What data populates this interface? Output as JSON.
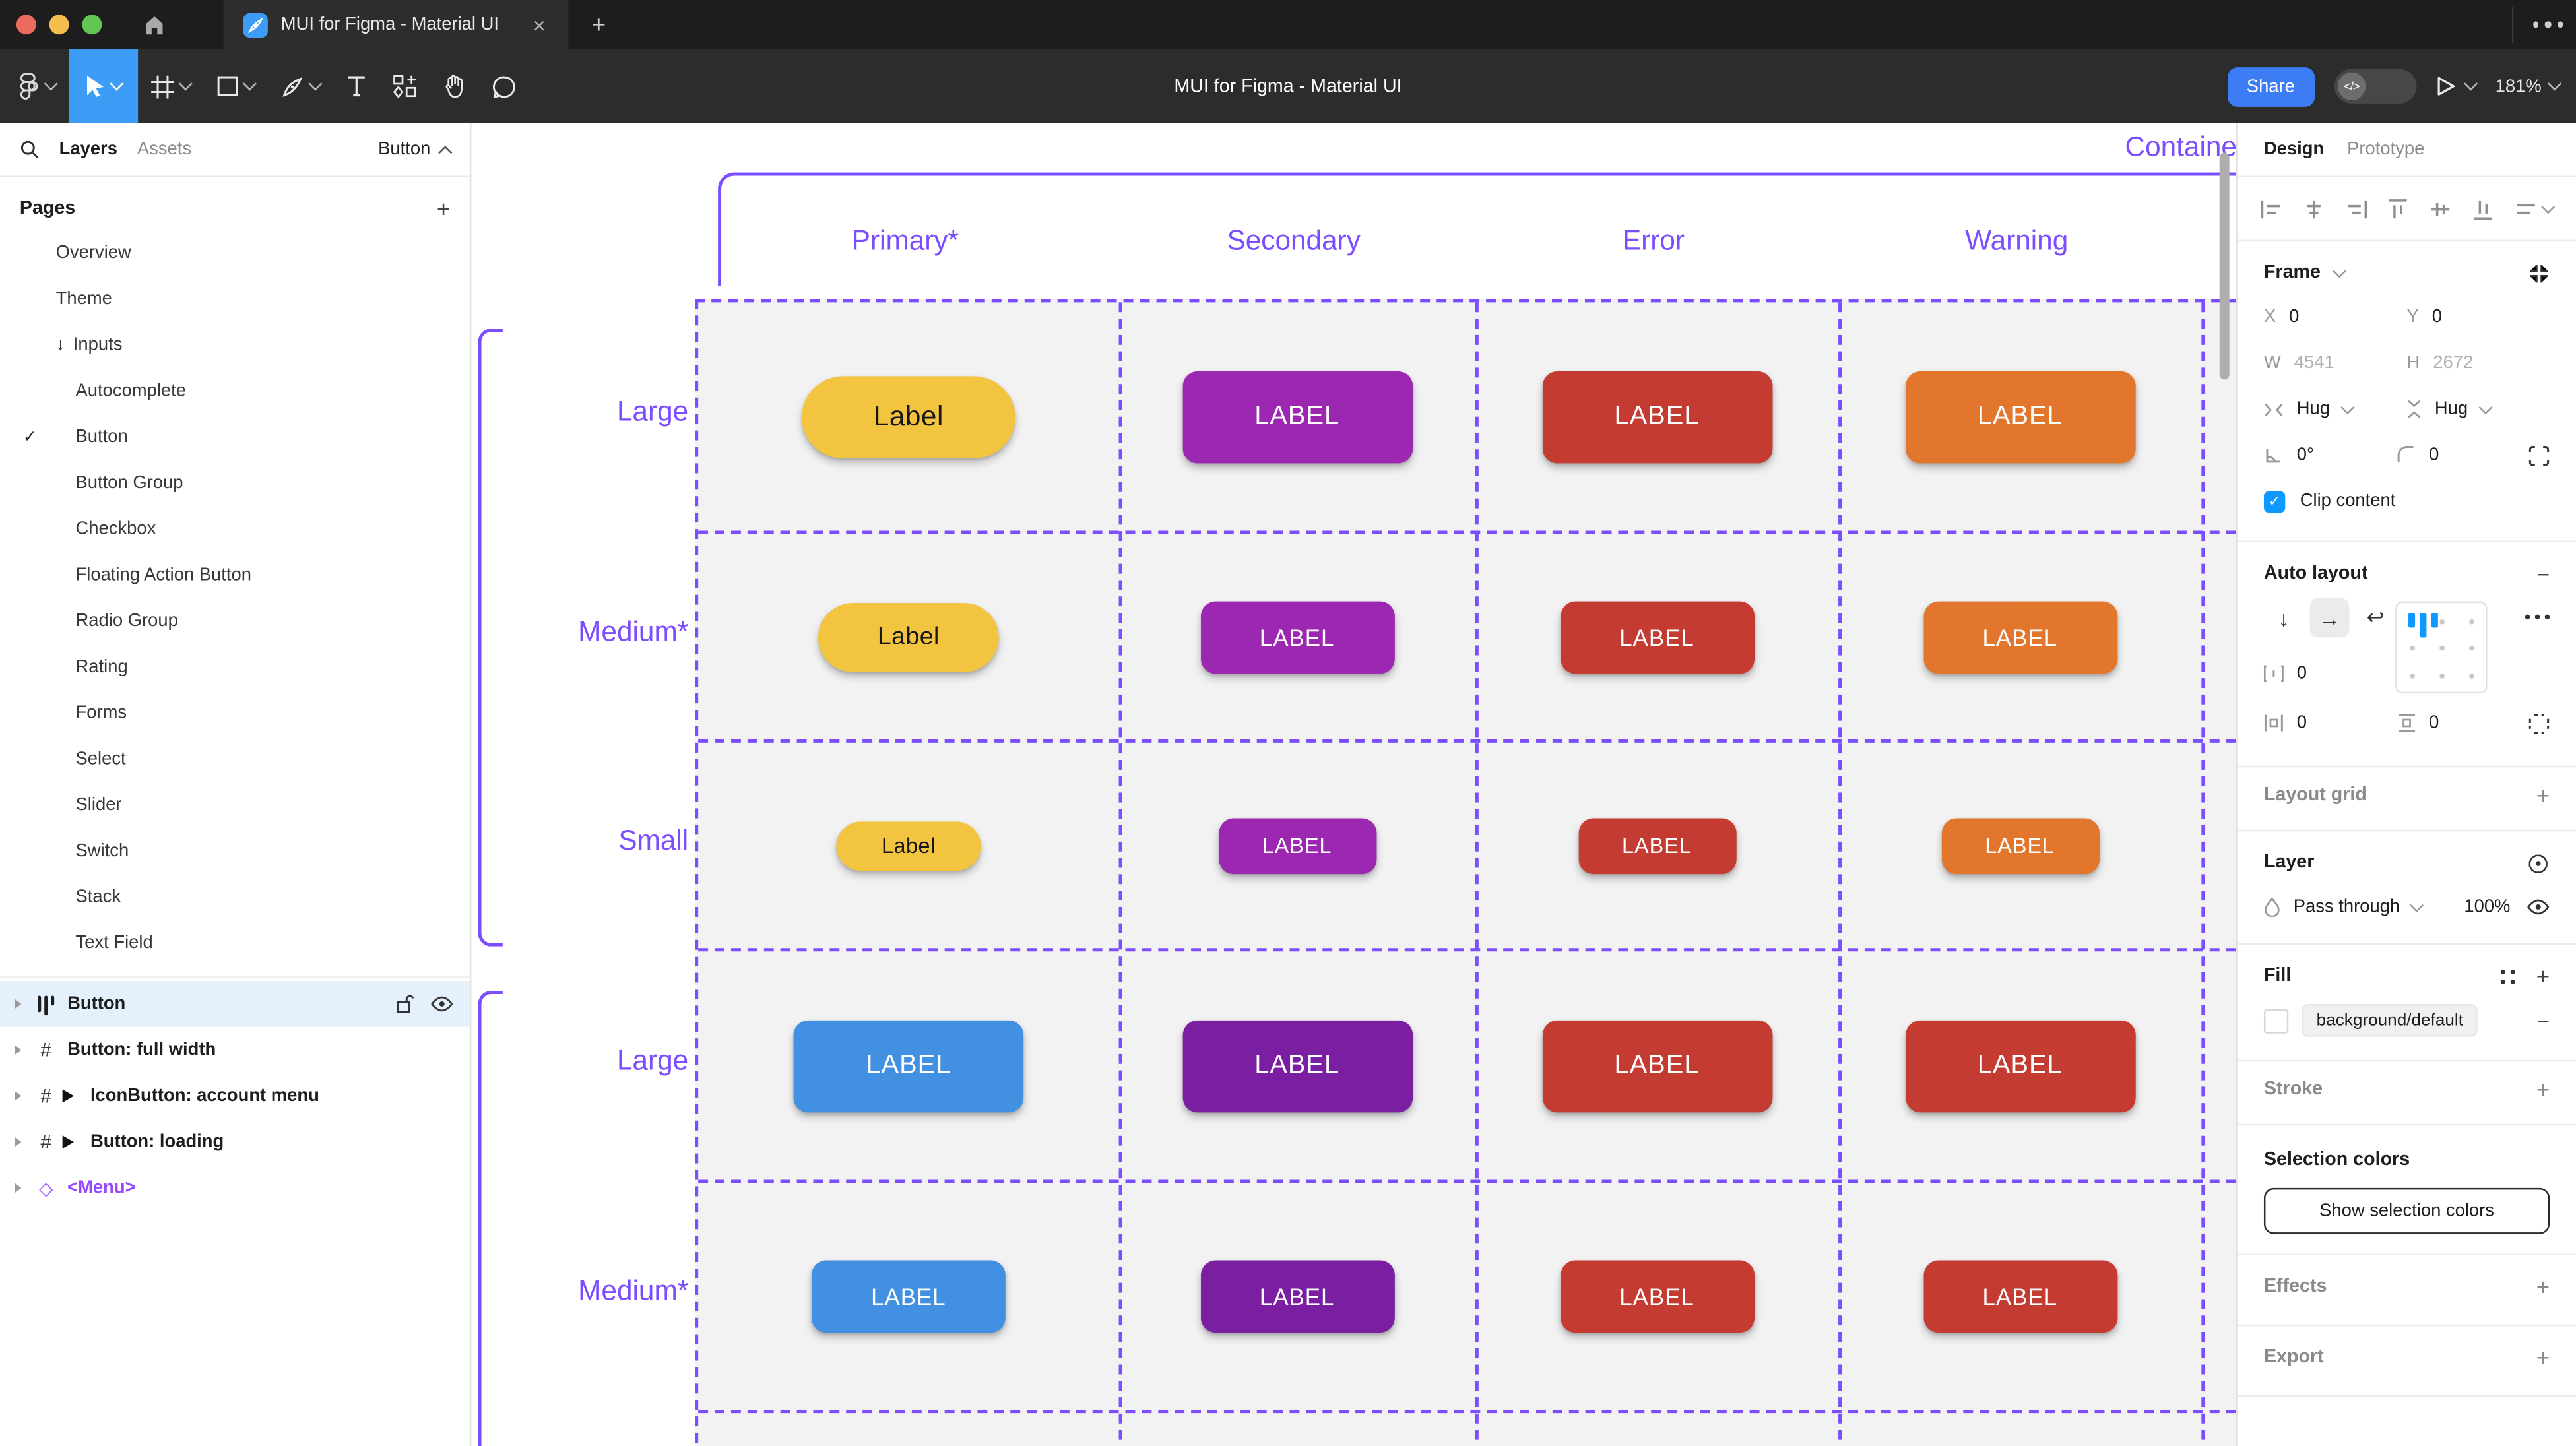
{
  "colors": {
    "purple": "#7C4DFF",
    "instance-purple": "#9747FF",
    "figma-blue": "#3D9DF6",
    "share-blue": "#3C7DF6",
    "selection-bg": "#E4F1FC",
    "checkbox-blue": "#0D99FF",
    "traffic-red": "#EC6A5E",
    "traffic-yellow": "#F5BF4F",
    "traffic-green": "#62C554"
  },
  "window": {
    "title": "MUI for Figma - Material UI",
    "close_glyph": "×",
    "new_tab_glyph": "+"
  },
  "toolbar": {
    "title": "MUI for Figma - Material UI",
    "share_label": "Share",
    "dev_toggle_glyph": "</>",
    "zoom_level": "181%"
  },
  "left_panel": {
    "tab_layers": "Layers",
    "tab_assets": "Assets",
    "page_selector": "Button",
    "pages_title": "Pages",
    "check_glyph": "✓",
    "pages": [
      {
        "label": "Overview",
        "indent": 1
      },
      {
        "label": "Theme",
        "indent": 1
      },
      {
        "label": "Inputs",
        "indent": 1,
        "prefix": "↓"
      },
      {
        "label": "Autocomplete",
        "indent": 2
      },
      {
        "label": "Button",
        "indent": 2,
        "checked": true
      },
      {
        "label": "Button Group",
        "indent": 2
      },
      {
        "label": "Checkbox",
        "indent": 2
      },
      {
        "label": "Floating Action Button",
        "indent": 2
      },
      {
        "label": "Radio Group",
        "indent": 2
      },
      {
        "label": "Rating",
        "indent": 2
      },
      {
        "label": "Forms",
        "indent": 2
      },
      {
        "label": "Select",
        "indent": 2
      },
      {
        "label": "Slider",
        "indent": 2
      },
      {
        "label": "Switch",
        "indent": 2
      },
      {
        "label": "Stack",
        "indent": 2
      },
      {
        "label": "Text Field",
        "indent": 2
      }
    ],
    "layers": [
      {
        "label": "Button",
        "icon": "auto-layout",
        "selected": true
      },
      {
        "label": "Button: full width",
        "icon": "frame"
      },
      {
        "label": "IconButton: account menu",
        "icon": "frame",
        "play": true
      },
      {
        "label": "Button: loading",
        "icon": "frame",
        "play": true
      },
      {
        "label": "<Menu>",
        "icon": "instance",
        "purple": true
      }
    ]
  },
  "canvas": {
    "frame_name": "Contained",
    "columns": [
      "Primary*",
      "Secondary",
      "Error",
      "Warning"
    ],
    "colors": {
      "primary_custom": "#F3C43F",
      "secondary": "#9C27B0",
      "error": "#C43B32",
      "warning": "#E2762C",
      "primary_default": "#4290E2",
      "secondary_dark": "#7B1FA2",
      "dark_text": "#161616"
    },
    "rows": [
      {
        "label": "Large",
        "size": "lg",
        "cells": [
          {
            "c": "primary_custom",
            "t": "Label",
            "pill": true
          },
          {
            "c": "secondary",
            "t": "LABEL"
          },
          {
            "c": "error",
            "t": "LABEL"
          },
          {
            "c": "warning",
            "t": "LABEL"
          }
        ]
      },
      {
        "label": "Medium*",
        "size": "md",
        "cells": [
          {
            "c": "primary_custom",
            "t": "Label",
            "pill": true
          },
          {
            "c": "secondary",
            "t": "LABEL"
          },
          {
            "c": "error",
            "t": "LABEL"
          },
          {
            "c": "warning",
            "t": "LABEL"
          }
        ]
      },
      {
        "label": "Small",
        "size": "sm",
        "cells": [
          {
            "c": "primary_custom",
            "t": "Label",
            "pill": true
          },
          {
            "c": "secondary",
            "t": "LABEL"
          },
          {
            "c": "error",
            "t": "LABEL"
          },
          {
            "c": "warning",
            "t": "LABEL"
          }
        ]
      },
      {
        "label": "Large",
        "size": "lg",
        "cells": [
          {
            "c": "primary_default",
            "t": "LABEL"
          },
          {
            "c": "secondary_dark",
            "t": "LABEL"
          },
          {
            "c": "error",
            "t": "LABEL"
          },
          {
            "c": "error",
            "t": "LABEL"
          }
        ]
      },
      {
        "label": "Medium*",
        "size": "md",
        "cells": [
          {
            "c": "primary_default",
            "t": "LABEL"
          },
          {
            "c": "secondary_dark",
            "t": "LABEL"
          },
          {
            "c": "error",
            "t": "LABEL"
          },
          {
            "c": "error",
            "t": "LABEL"
          }
        ]
      }
    ]
  },
  "right_panel": {
    "tab_design": "Design",
    "tab_prototype": "Prototype",
    "frame": {
      "title": "Frame",
      "x_label": "X",
      "x": "0",
      "y_label": "Y",
      "y": "0",
      "w_label": "W",
      "w": "4541",
      "h_label": "H",
      "h": "2672",
      "h_sizing": "Hug",
      "v_sizing": "Hug",
      "rotation": "0°",
      "corner_radius": "0",
      "clip_label": "Clip content",
      "clip_check": "✓"
    },
    "auto_layout": {
      "title": "Auto layout",
      "dir_down": "↓",
      "dir_right": "→",
      "dir_wrap": "↩",
      "gap": "0",
      "pad_h": "0",
      "pad_v": "0",
      "remove_glyph": "−"
    },
    "layout_grid": {
      "title": "Layout grid",
      "add_glyph": "+"
    },
    "layer": {
      "title": "Layer",
      "blend_mode": "Pass through",
      "opacity": "100%"
    },
    "fill": {
      "title": "Fill",
      "style_name": "background/default",
      "add_glyph": "+",
      "remove_glyph": "−"
    },
    "stroke": {
      "title": "Stroke",
      "add_glyph": "+"
    },
    "selection_colors": {
      "title": "Selection colors",
      "button_label": "Show selection colors"
    },
    "effects": {
      "title": "Effects",
      "add_glyph": "+"
    },
    "export": {
      "title": "Export",
      "add_glyph": "+"
    }
  }
}
